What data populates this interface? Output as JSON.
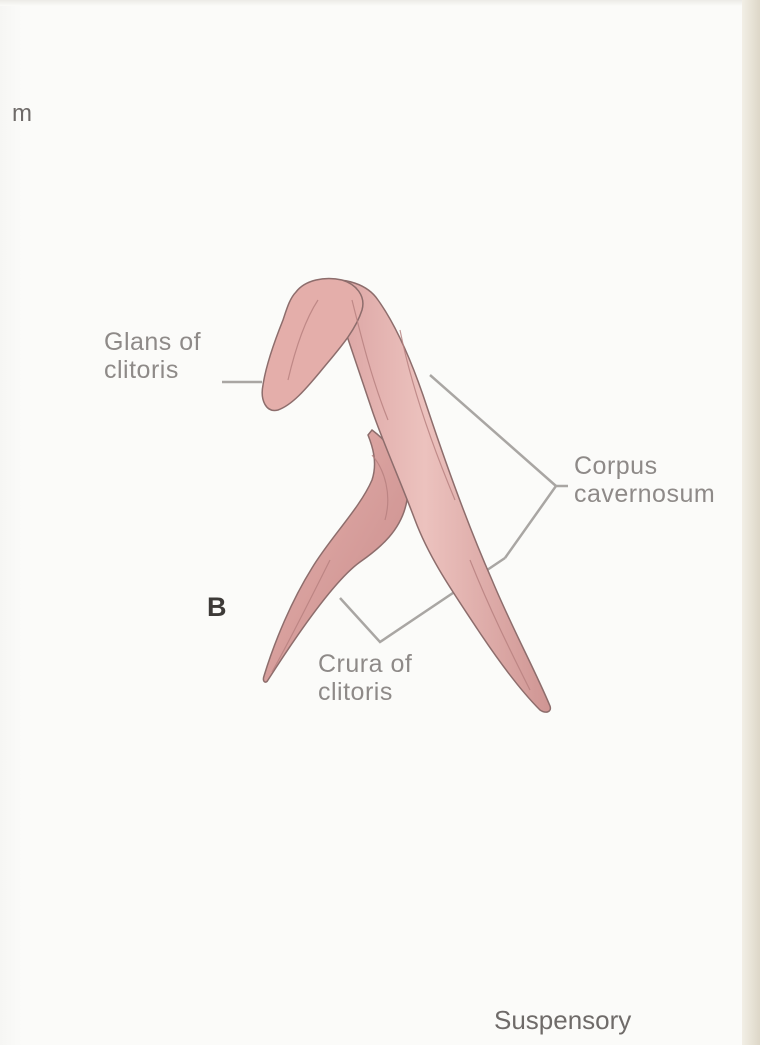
{
  "labels": {
    "top_fragment": "m",
    "glans": [
      "Glans of",
      "clitoris"
    ],
    "corpus": [
      "Corpus",
      "cavernosum"
    ],
    "crura": [
      "Crura of",
      "clitoris"
    ],
    "panel_letter": "B",
    "bottom": "Suspensory"
  },
  "colors": {
    "background": "#fbfbf9",
    "tissue_fill": "#e8b7b3",
    "tissue_shadow": "#c98f8d",
    "tissue_outline": "#8d6d6c",
    "leader_line": "#a9a6a3",
    "label_text": "#8e8a88"
  }
}
